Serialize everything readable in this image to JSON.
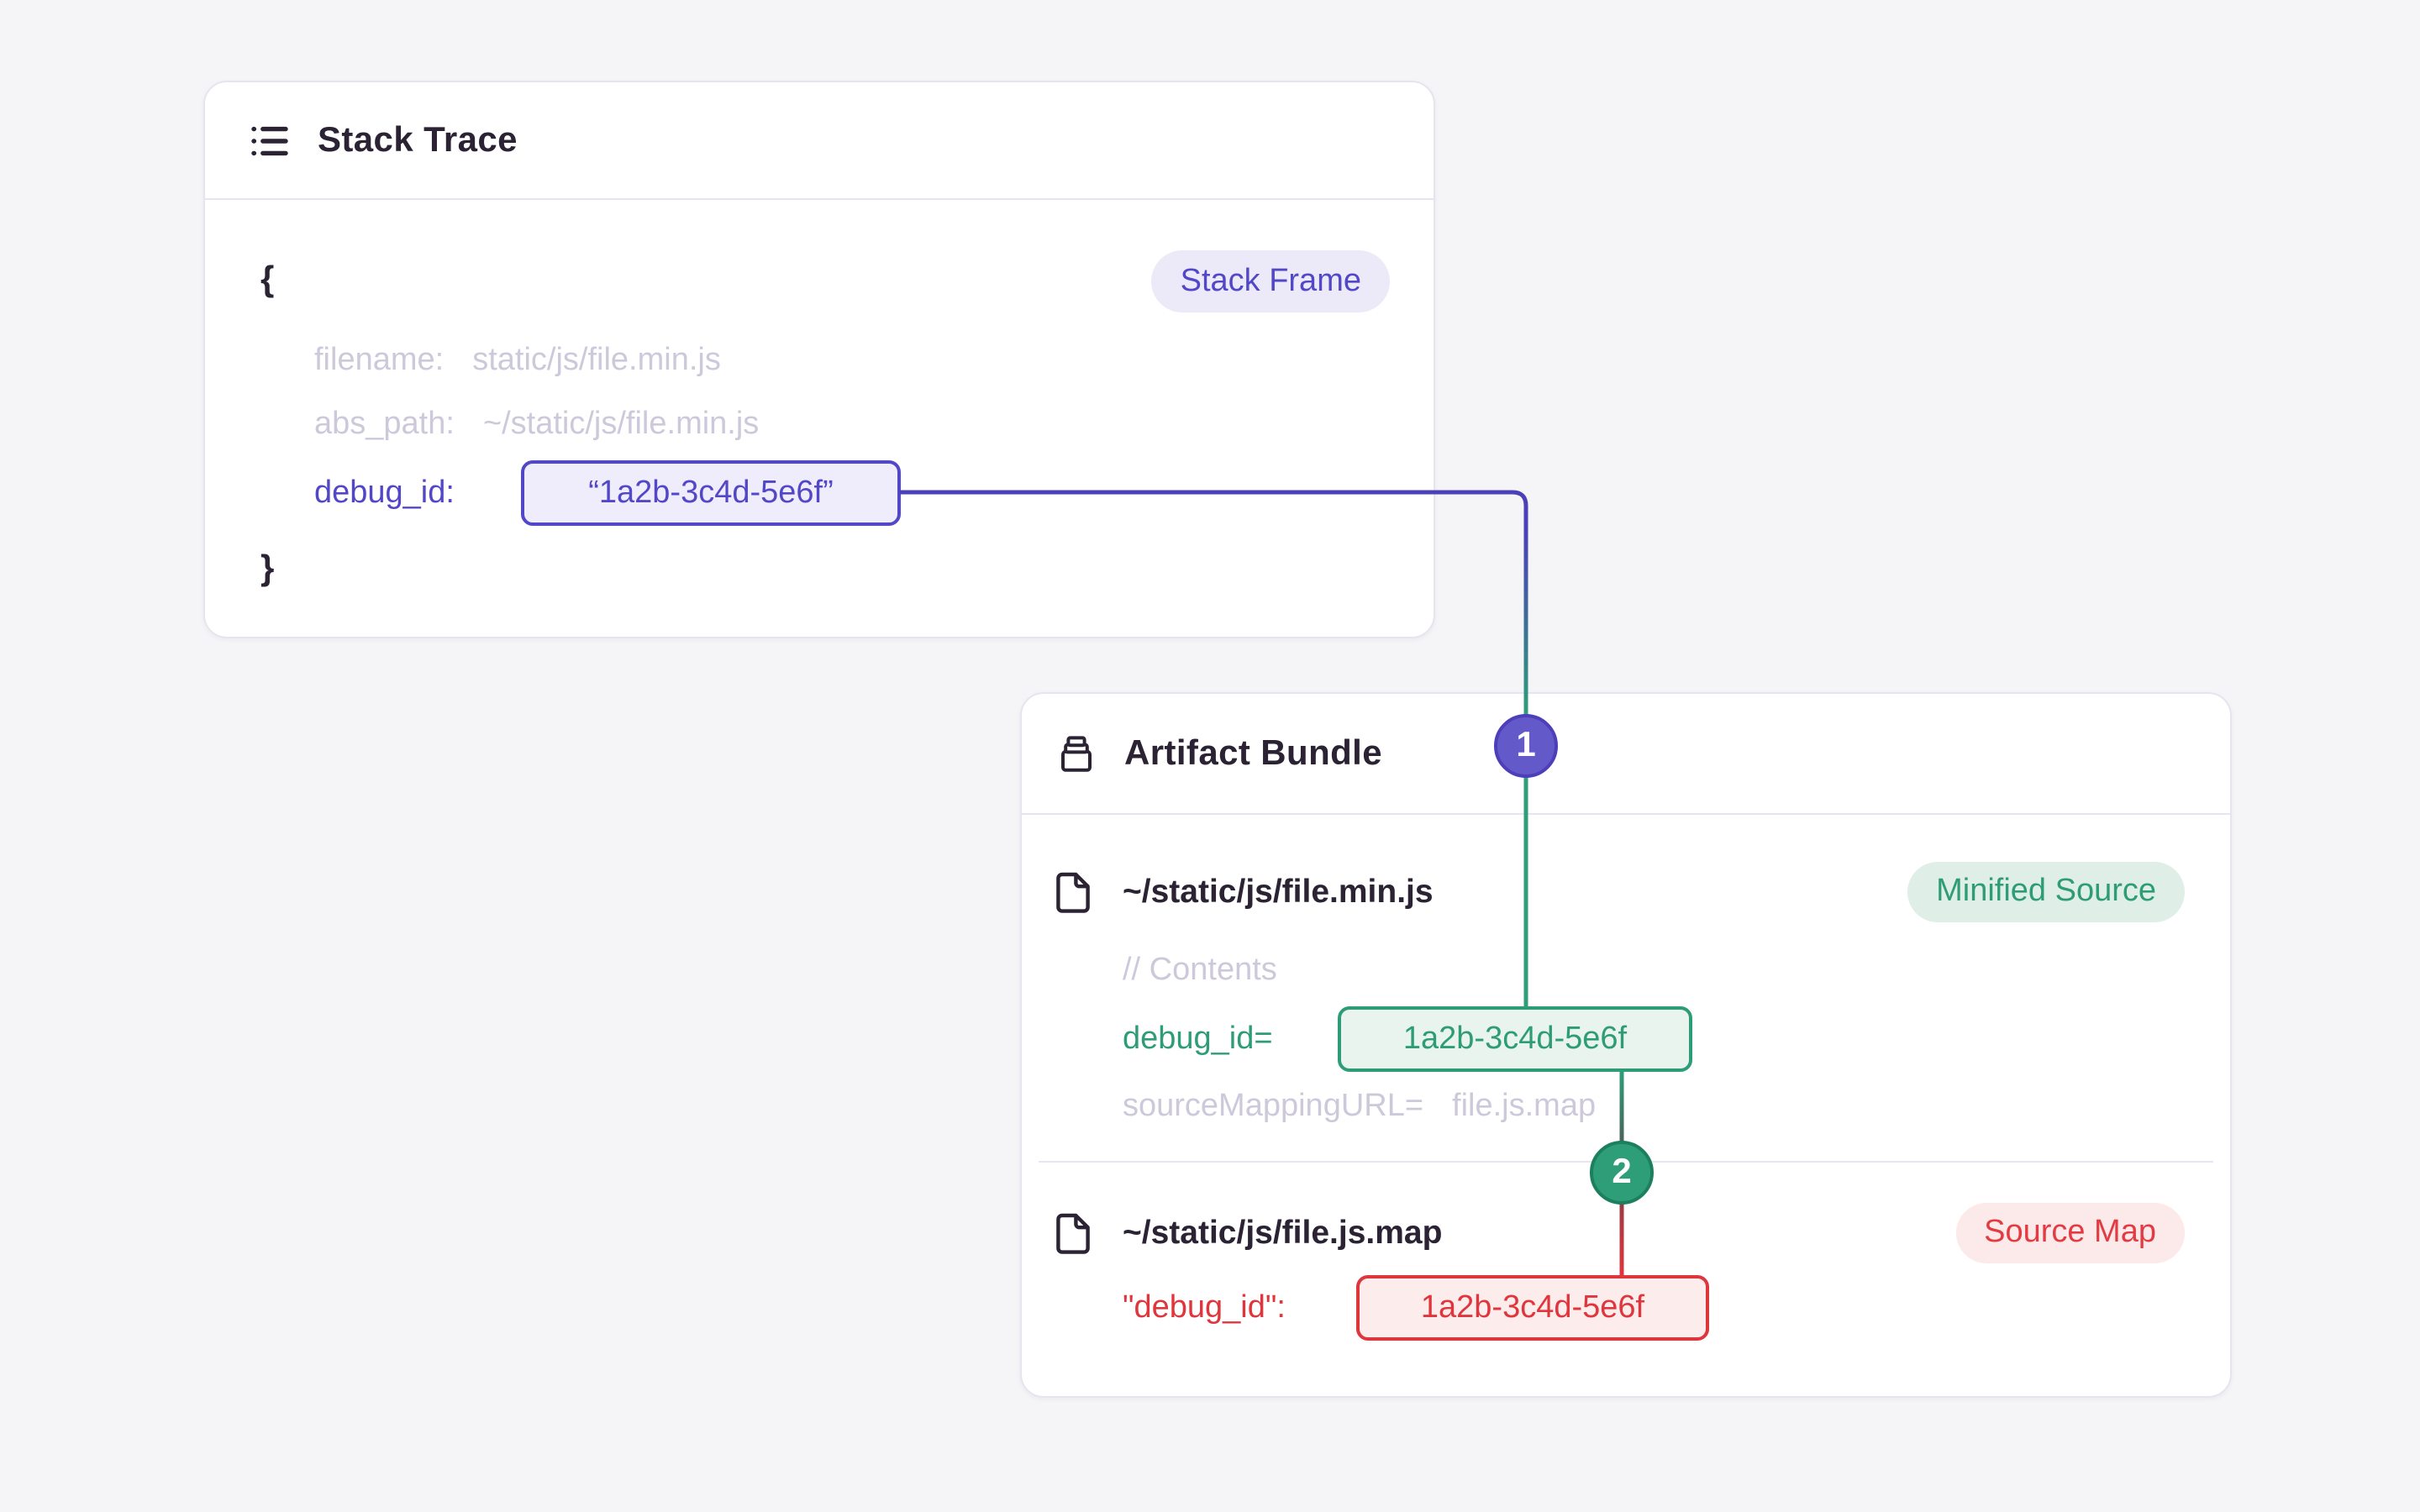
{
  "colors": {
    "background": "#F5F5F7",
    "card_border": "#E7E4EF",
    "text_dark": "#2B2233",
    "text_muted": "#CDC9DA",
    "purple_accent": "#5247C6",
    "purple_line": "#4B3FBA",
    "purple_chip_bg": "#EFEDFB",
    "purple_badge_bg": "#ECE9F9",
    "marker1_fill": "#6459C8",
    "green_accent": "#2D9C77",
    "green_chip_bg": "#E9F4EF",
    "green_badge_bg": "#DFEFE8",
    "marker2_fill": "#2E9E78",
    "red_accent": "#DF353C",
    "red_chip_bg": "#FDECEC",
    "red_badge_bg": "#FCEAEA"
  },
  "stack_trace": {
    "title": "Stack Trace",
    "badge": "Stack Frame",
    "brace_open": "{",
    "brace_close": "}",
    "filename_key": "filename:",
    "filename_value": "static/js/file.min.js",
    "abs_path_key": "abs_path:",
    "abs_path_value": "~/static/js/file.min.js",
    "debug_id_key": "debug_id:",
    "debug_id_value": "“1a2b-3c4d-5e6f”"
  },
  "artifact_bundle": {
    "title": "Artifact Bundle",
    "minified": {
      "path": "~/static/js/file.min.js",
      "badge": "Minified Source",
      "comment": "// Contents",
      "debug_id_key": "debug_id=",
      "debug_id_value": "1a2b-3c4d-5e6f",
      "mapping_key": "sourceMappingURL=",
      "mapping_value": "file.js.map"
    },
    "sourcemap": {
      "path": "~/static/js/file.js.map",
      "badge": "Source Map",
      "debug_id_key": "\"debug_id\":",
      "debug_id_value": "1a2b-3c4d-5e6f"
    }
  },
  "markers": {
    "one": "1",
    "two": "2"
  }
}
